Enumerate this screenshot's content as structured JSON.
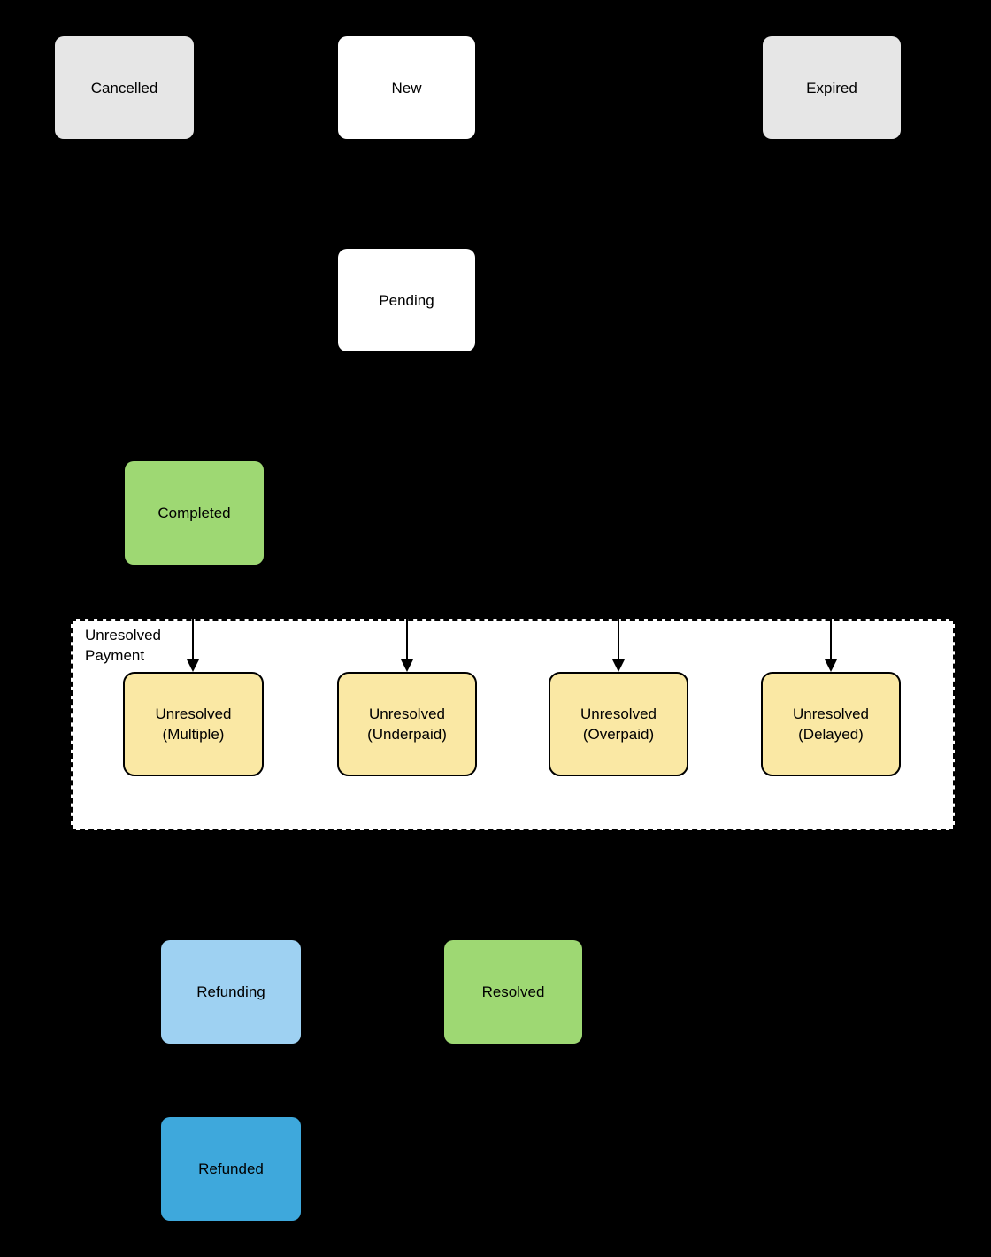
{
  "diagram": {
    "type": "state-diagram",
    "background": "#000000",
    "group": {
      "label": "Unresolved Payment"
    },
    "nodes": [
      {
        "id": "cancelled",
        "label": "Cancelled",
        "fill_key": "gray"
      },
      {
        "id": "new",
        "label": "New",
        "fill_key": "white"
      },
      {
        "id": "expired",
        "label": "Expired",
        "fill_key": "gray"
      },
      {
        "id": "pending",
        "label": "Pending",
        "fill_key": "white"
      },
      {
        "id": "completed",
        "label": "Completed",
        "fill_key": "green"
      },
      {
        "id": "unresolved-multiple",
        "label": "Unresolved (Multiple)",
        "fill_key": "yellow"
      },
      {
        "id": "unresolved-underpaid",
        "label": "Unresolved (Underpaid)",
        "fill_key": "yellow"
      },
      {
        "id": "unresolved-overpaid",
        "label": "Unresolved (Overpaid)",
        "fill_key": "yellow"
      },
      {
        "id": "unresolved-delayed",
        "label": "Unresolved (Delayed)",
        "fill_key": "yellow"
      },
      {
        "id": "refunding",
        "label": "Refunding",
        "fill_key": "lightblue"
      },
      {
        "id": "resolved",
        "label": "Resolved",
        "fill_key": "green"
      },
      {
        "id": "refunded",
        "label": "Refunded",
        "fill_key": "blue"
      }
    ],
    "colors": {
      "background": "#000000",
      "gray": "#e6e6e6",
      "white": "#ffffff",
      "green": "#9ed873",
      "yellow": "#fae8a4",
      "lightblue": "#9ed1f2",
      "blue": "#3ea8dc",
      "group_fill": "#ffffff",
      "stroke": "#000000",
      "text": "#000000"
    }
  }
}
